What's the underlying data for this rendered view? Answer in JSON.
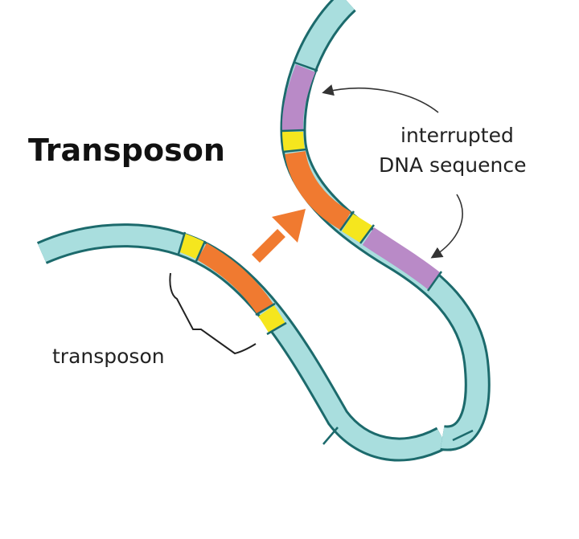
{
  "title": "Transposon",
  "labels": {
    "interrupted_line1": "interrupted",
    "interrupted_line2": "DNA sequence",
    "transposon_bracket": "transposon"
  },
  "colors": {
    "strand_fill": "#a9dede",
    "strand_outline": "#1c6a6c",
    "inverted_repeat": "#f5e61e",
    "transposon_body": "#f07a30",
    "target_site": "#b98ac7",
    "move_arrow": "#f07a30",
    "pointer_arrows": "#333333"
  },
  "segments": {
    "donor_strand": [
      "strand",
      "inverted-repeat",
      "transposon",
      "inverted-repeat",
      "strand"
    ],
    "target_strand": [
      "strand",
      "target-site",
      "inverted-repeat",
      "transposon",
      "inverted-repeat",
      "target-site",
      "strand"
    ]
  }
}
